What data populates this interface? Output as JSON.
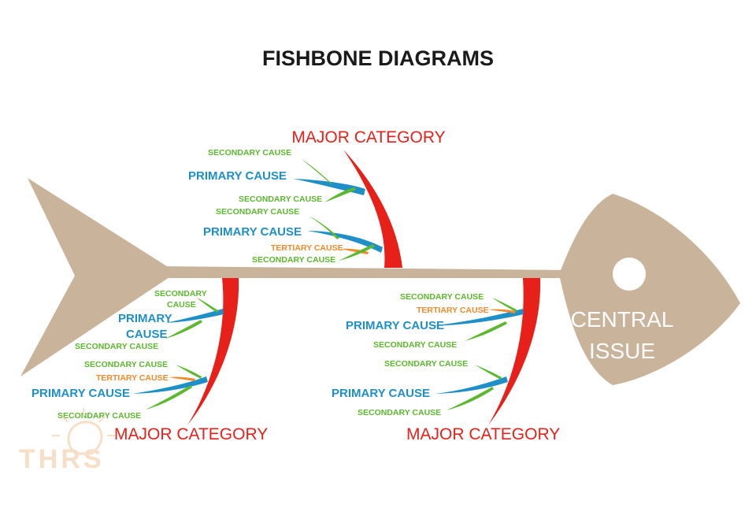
{
  "title": "FISHBONE DIAGRAMS",
  "head": {
    "line1": "CENTRAL",
    "line2": "ISSUE"
  },
  "labels": {
    "top_major": "MAJOR CATEGORY",
    "t_sec1": "SECONDARY CAUSE",
    "t_pri1": "PRIMARY CAUSE",
    "t_sec2": "SECONDARY CAUSE",
    "t_sec3": "SECONDARY CAUSE",
    "t_pri2": "PRIMARY CAUSE",
    "t_ter1": "TERTIARY CAUSE",
    "t_sec4": "SECONDARY CAUSE",
    "bl_sec1a": "SECONDARY",
    "bl_sec1b": "CAUSE",
    "bl_pri1a": "PRIMARY",
    "bl_pri1b": "CAUSE",
    "bl_sec2": "SECONDARY CAUSE",
    "bl_sec3": "SECONDARY CAUSE",
    "bl_ter1": "TERTIARY CAUSE",
    "bl_pri2": "PRIMARY CAUSE",
    "bl_sec4": "SECONDARY CAUSE",
    "bl_major": "MAJOR CATEGORY",
    "br_sec1": "SECONDARY CAUSE",
    "br_ter1": "TERTIARY CAUSE",
    "br_pri1": "PRIMARY CAUSE",
    "br_sec2": "SECONDARY CAUSE",
    "br_sec3": "SECONDARY CAUSE",
    "br_pri2": "PRIMARY CAUSE",
    "br_sec4": "SECONDARY CAUSE",
    "br_major": "MAJOR CATEGORY"
  },
  "watermark": "THRS",
  "colors": {
    "body": "#c9b49b",
    "major": "#e8201a",
    "primary": "#1f8fc7",
    "secondary": "#5cb82e",
    "tertiary": "#f08a2c",
    "watermark": "#f6dcc0"
  }
}
